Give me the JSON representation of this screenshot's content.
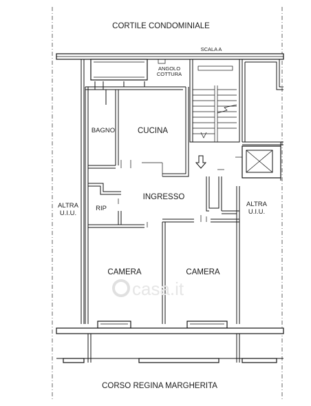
{
  "plan": {
    "courtyard_label": "CORTILE CONDOMINIALE",
    "street_label": "CORSO REGINA MARGHERITA",
    "stair_label": "SCALA A",
    "rooms": {
      "cooking_corner": [
        "ANGOLO",
        "COTTURA"
      ],
      "bathroom": "BAGNO",
      "kitchen": "CUCINA",
      "entrance": "INGRESSO",
      "storage": "RIP",
      "bedroom_left": "CAMERA",
      "bedroom_right": "CAMERA",
      "other_unit_left": [
        "ALTRA",
        "U.I.U."
      ],
      "other_unit_right": [
        "ALTRA",
        "U.I.U."
      ]
    },
    "watermark": "casa.it"
  }
}
